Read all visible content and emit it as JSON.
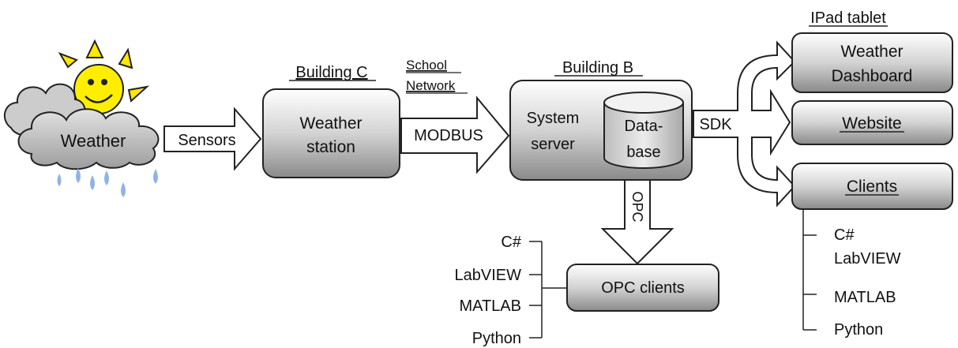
{
  "colors": {
    "box_light": "#ffffff",
    "box_mid": "#cfcfcf",
    "box_dark": "#8e8e8e",
    "sun": "#ffee00",
    "sun_ray": "#f5d800",
    "cloud": "#bdbdbd",
    "rain": "#8fb4e3",
    "stroke": "#222222"
  },
  "weather": {
    "label": "Weather"
  },
  "arrows": {
    "sensors": "Sensors",
    "network_top": "School",
    "network_bottom": "Network",
    "modbus": "MODBUS",
    "sdk": "SDK",
    "opc": "OPC"
  },
  "building_c": {
    "heading": "Building C",
    "line1": "Weather",
    "line2": "station"
  },
  "building_b": {
    "heading": "Building B",
    "server1": "System",
    "server2": "server",
    "db1": "Data-",
    "db2": "base"
  },
  "ipad": {
    "heading": "IPad tablet",
    "dashboard1": "Weather",
    "dashboard2": "Dashboard",
    "website": "Website",
    "clients": "Clients",
    "client_list": [
      "C#",
      "LabVIEW",
      "MATLAB",
      "Python"
    ]
  },
  "opc_clients": {
    "label": "OPC clients",
    "list": [
      "C#",
      "LabVIEW",
      "MATLAB",
      "Python"
    ]
  }
}
